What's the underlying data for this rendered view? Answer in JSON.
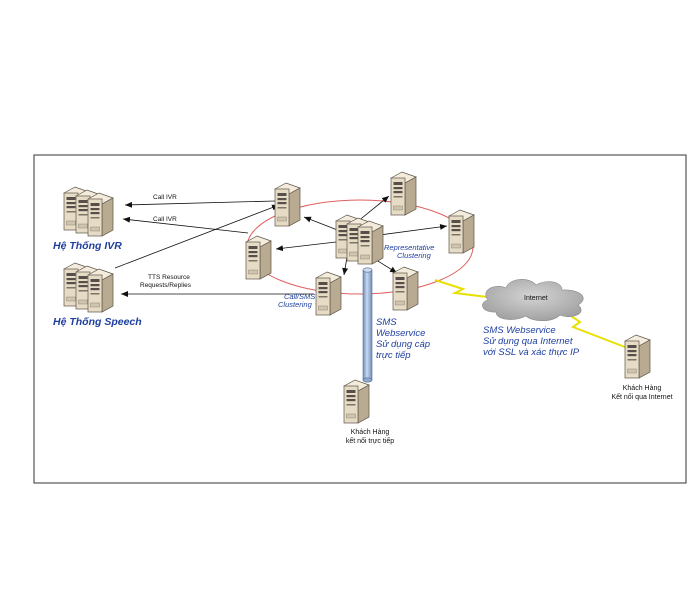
{
  "labels": {
    "ivr_system": "Hệ Thống IVR",
    "speech_system": "Hệ Thống Speech",
    "call_ivr_1": "Call IVR",
    "call_ivr_2": "Call IVR",
    "tts_line1": "TTS Resource",
    "tts_line2": "Requests/Replies",
    "call_sms_line1": "Call/SMS",
    "call_sms_line2": "Clustering",
    "rep_line1": "Representative",
    "rep_line2": "Clustering",
    "internet": "Internet",
    "sms_direct_line1": "SMS",
    "sms_direct_line2": "Webservice",
    "sms_direct_line3": "Sử dụng cáp",
    "sms_direct_line4": "trực tiếp",
    "sms_inet_line1": "SMS Webservice",
    "sms_inet_line2": "Sử dụng qua Internet",
    "sms_inet_line3": "với SSL và xác thực IP",
    "cust_direct_line1": "Khách Hàng",
    "cust_direct_line2": "kết nối trực tiếp",
    "cust_inet_line1": "Khách Hàng",
    "cust_inet_line2": "Kết nối qua Internet"
  },
  "colors": {
    "label_blue": "#1f3fa0",
    "ring_red": "#e06060",
    "link_yellow": "#e8e000",
    "cloud_gray": "#b4b4b4",
    "pipe_blue": "#9ab4d6",
    "server_beige": "#e6dcc6"
  },
  "icons": [
    "server-icon",
    "cloud-icon",
    "pipe-icon"
  ]
}
